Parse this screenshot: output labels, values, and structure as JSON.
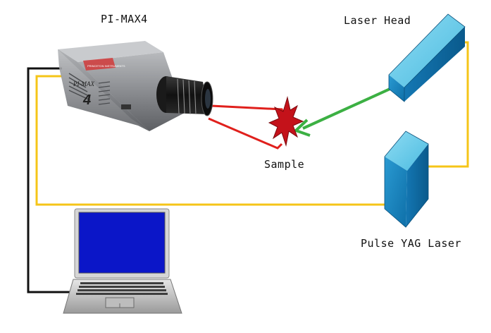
{
  "labels": {
    "camera": "PI-MAX4",
    "laser_head": "Laser Head",
    "sample": "Sample",
    "pulse_laser": "Pulse YAG Laser"
  },
  "camera_face": {
    "brand": "PRINCETON INSTRUMENTS",
    "model": "PI-MAX",
    "number": "4"
  },
  "colors": {
    "sync_cable": "#f5c518",
    "data_cable": "#111111",
    "laser_beam": "#3cb043",
    "signal_light": "#e0201c",
    "laser_box_top": "#5ec8e8",
    "laser_box_front": "#1b86c2",
    "laptop_screen": "#0b16c8",
    "camera_body": "#8a8c90",
    "sample_burst": "#c4121a"
  },
  "icons": {
    "camera": "camera-icon",
    "laser_head": "laser-head-box-icon",
    "pulse_laser": "pulse-laser-box-icon",
    "sample": "starburst-icon",
    "laptop": "laptop-icon"
  }
}
